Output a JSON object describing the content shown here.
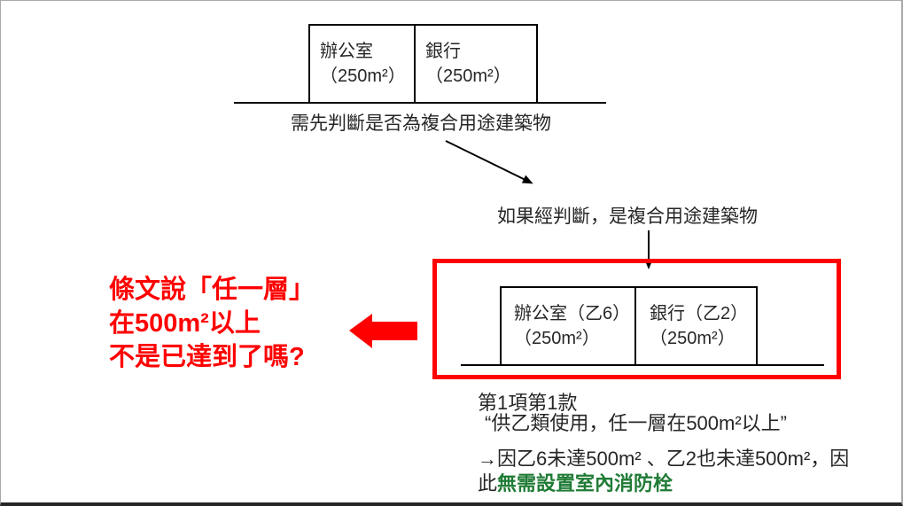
{
  "colors": {
    "accent_red": "#ff0000",
    "highlight_green": "#1f7b35",
    "text_black": "#262626"
  },
  "top_diagram": {
    "rooms": [
      {
        "name": "辦公室",
        "area": "（250m²）"
      },
      {
        "name": "銀行",
        "area": "（250m²）"
      }
    ],
    "caption": "需先判斷是否為複合用途建築物"
  },
  "judgment_label": "如果經判斷，是複合用途建築物",
  "highlight_diagram": {
    "rooms": [
      {
        "name": "辦公室（乙6）",
        "area": "（250m²）"
      },
      {
        "name": "銀行（乙2）",
        "area": "（250m²）"
      }
    ]
  },
  "question": {
    "line1": "條文說「任一層」",
    "line2": "在500m²以上",
    "line3": "不是已達到了嗎?"
  },
  "regulation": {
    "clause": "第1項第1款",
    "quote": "“供乙類使用，任一層在500m²以上”"
  },
  "conclusion": {
    "line1": "→因乙6未達500m² 、乙2也未達500m²，因",
    "line2_prefix": "此",
    "highlight": "無需設置室內消防栓"
  }
}
